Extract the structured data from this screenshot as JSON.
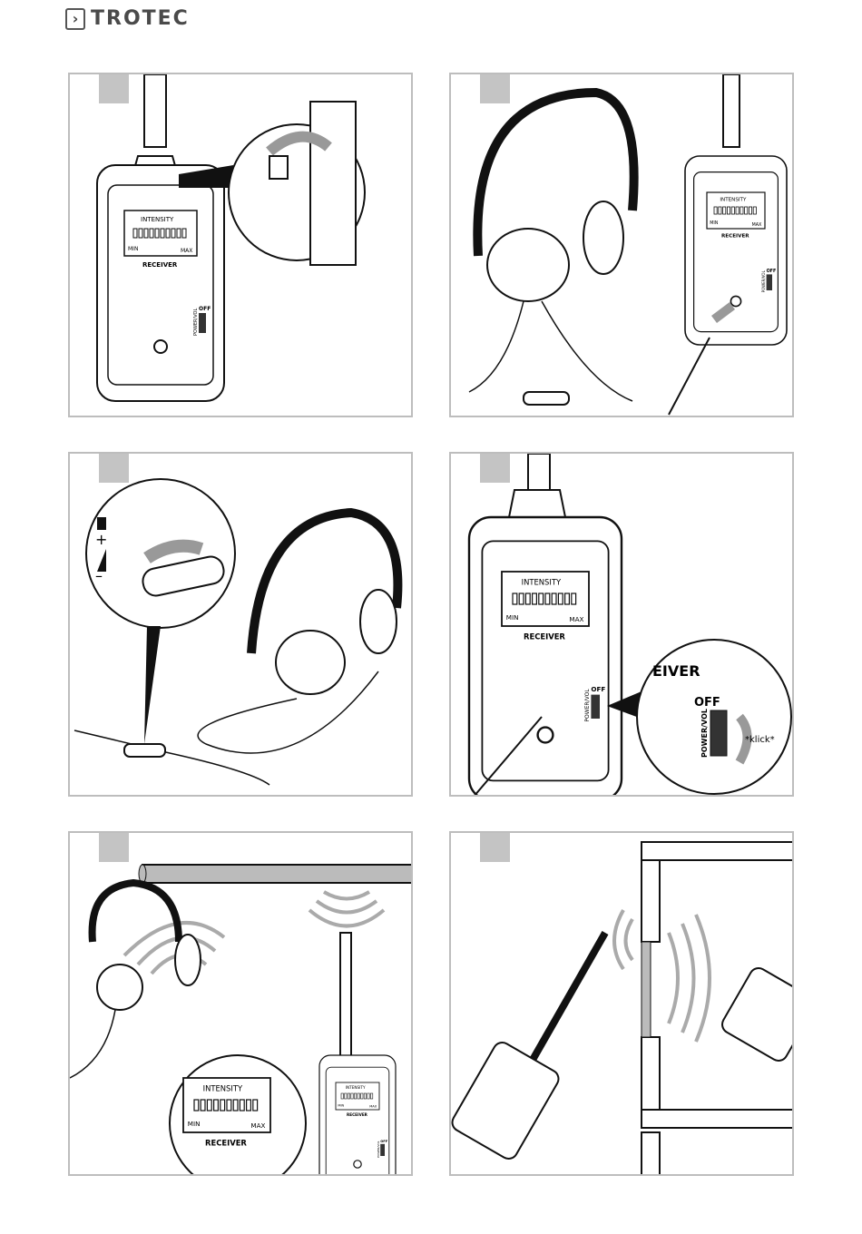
{
  "header": {
    "brand": "TROTEC",
    "logo_icon": "chevron-right-icon"
  },
  "receiver": {
    "intensity": "INTENSITY",
    "min": "MIN",
    "max": "MAX",
    "name": "RECEIVER",
    "off": "OFF",
    "power_vol": "POWER/VOL"
  },
  "panel4": {
    "zoom_label": "EIVER",
    "off": "OFF",
    "power_vol": "POWER/VOL",
    "klick": "*klick*"
  },
  "panel3": {
    "plus": "+",
    "minus": "–"
  },
  "colors": {
    "panel_border": "#bdbdbd",
    "step_box": "#c4c4c4",
    "arrow": "#a9a9a9",
    "line": "#1a1a1a"
  }
}
